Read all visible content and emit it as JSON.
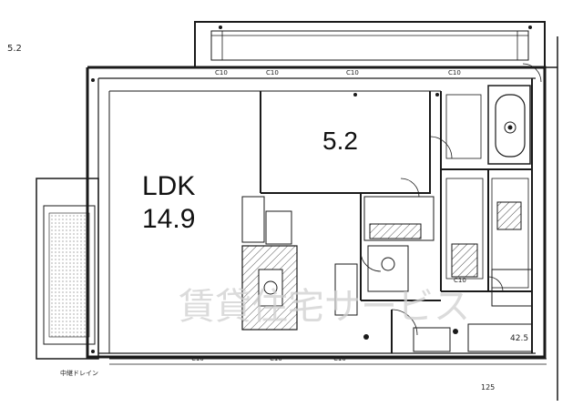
{
  "corner_note": "5.2",
  "rooms": {
    "ldk_label": "LDK",
    "ldk_size": "14.9",
    "bedroom_size": "5.2"
  },
  "code_labels": {
    "c10": "C10",
    "c10_2": "C10",
    "c10_3": "C10",
    "c10_4": "C10",
    "c10_5": "C10",
    "c10_6": "C10",
    "c10_7": "C10",
    "c10_8": "C10",
    "dim_125": "125",
    "dim_42": "42.5",
    "drain": "中継ドレイン"
  },
  "watermark": "賃貸住宅サービス",
  "colors": {
    "line": "#1a1a1a",
    "hatch": "#555555",
    "watermark": "#cfcfcf"
  }
}
